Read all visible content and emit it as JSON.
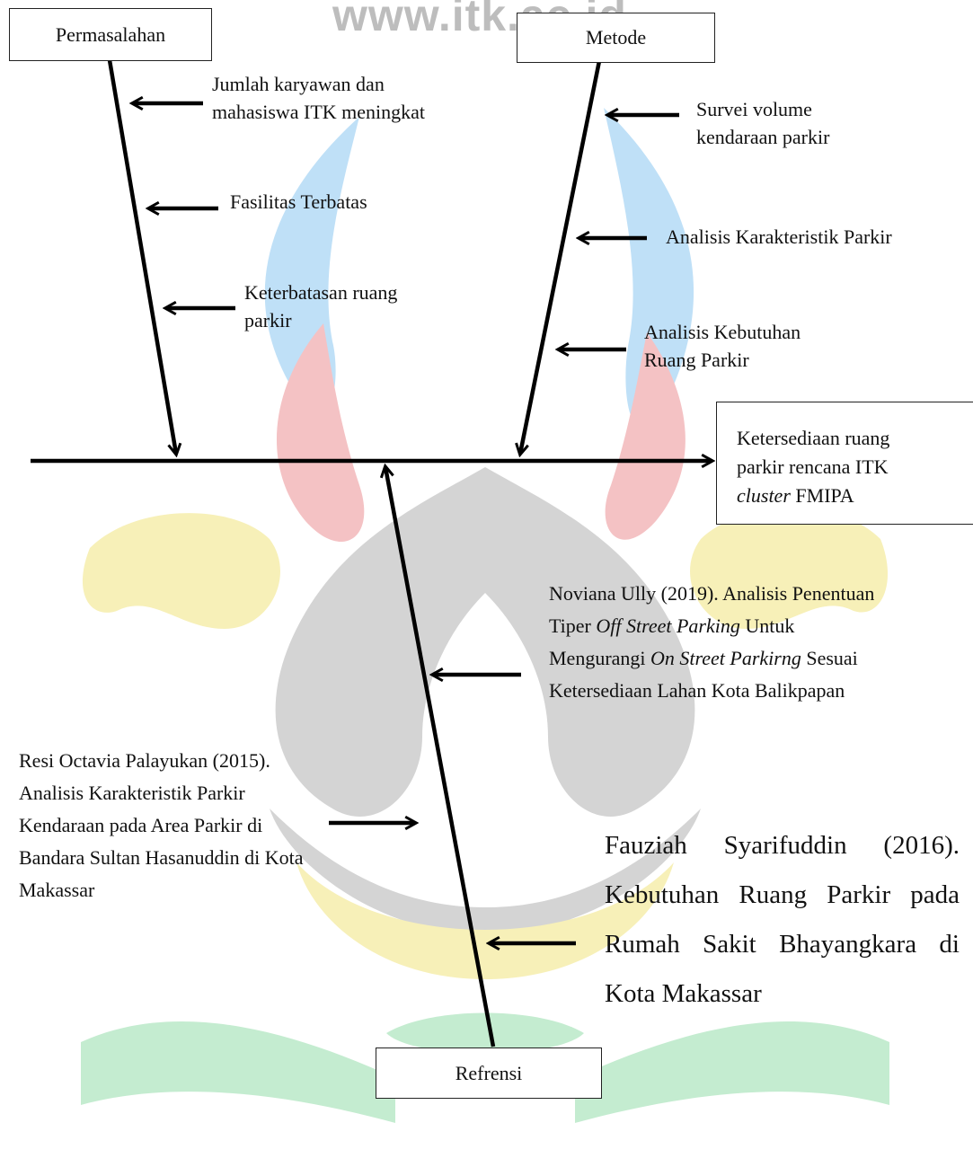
{
  "watermark": {
    "url_text": "www.itk.ac.id",
    "colors": {
      "blue": "#bfe0f7",
      "red": "#f4c2c4",
      "yellow": "#f7f0b8",
      "green": "#c4ecd0",
      "gray": "#d4d4d4"
    }
  },
  "categories": {
    "permasalahan": {
      "label": "Permasalahan",
      "causes": [
        "Jumlah karyawan dan mahasiswa ITK meningkat",
        "Fasilitas Terbatas",
        "Keterbatasan ruang parkir"
      ]
    },
    "metode": {
      "label": "Metode",
      "causes": [
        "Survei volume kendaraan parkir",
        "Analisis Karakteristik Parkir",
        "Analisis Kebutuhan Ruang Parkir"
      ]
    },
    "refrensi": {
      "label": "Refrensi",
      "causes": {
        "noviana": {
          "l1": "Noviana Ully (2019). Analisis Penentuan",
          "l2a": "Tiper ",
          "l2b": "Off Street Parking",
          "l2c": " Untuk",
          "l3a": "Mengurangi ",
          "l3b": "On Street Parkirng",
          "l3c": " Sesuai",
          "l4": "Ketersediaan Lahan Kota Balikpapan"
        },
        "resi": "Resi Octavia Palayukan (2015). Analisis Karakteristik Parkir Kendaraan pada Area Parkir di Bandara Sultan Hasanuddin di Kota Makassar",
        "fauziah": "Fauziah Syarifuddin (2016). Kebutuhan Ruang Parkir pada Rumah Sakit Bhayangkara di Kota Makassar"
      }
    }
  },
  "effect": {
    "line1": "Ketersediaan ruang",
    "line2": "parkir  rencana ITK",
    "line3_italic": "cluster",
    "line3_rest": " FMIPA"
  },
  "line_color": "#000000"
}
